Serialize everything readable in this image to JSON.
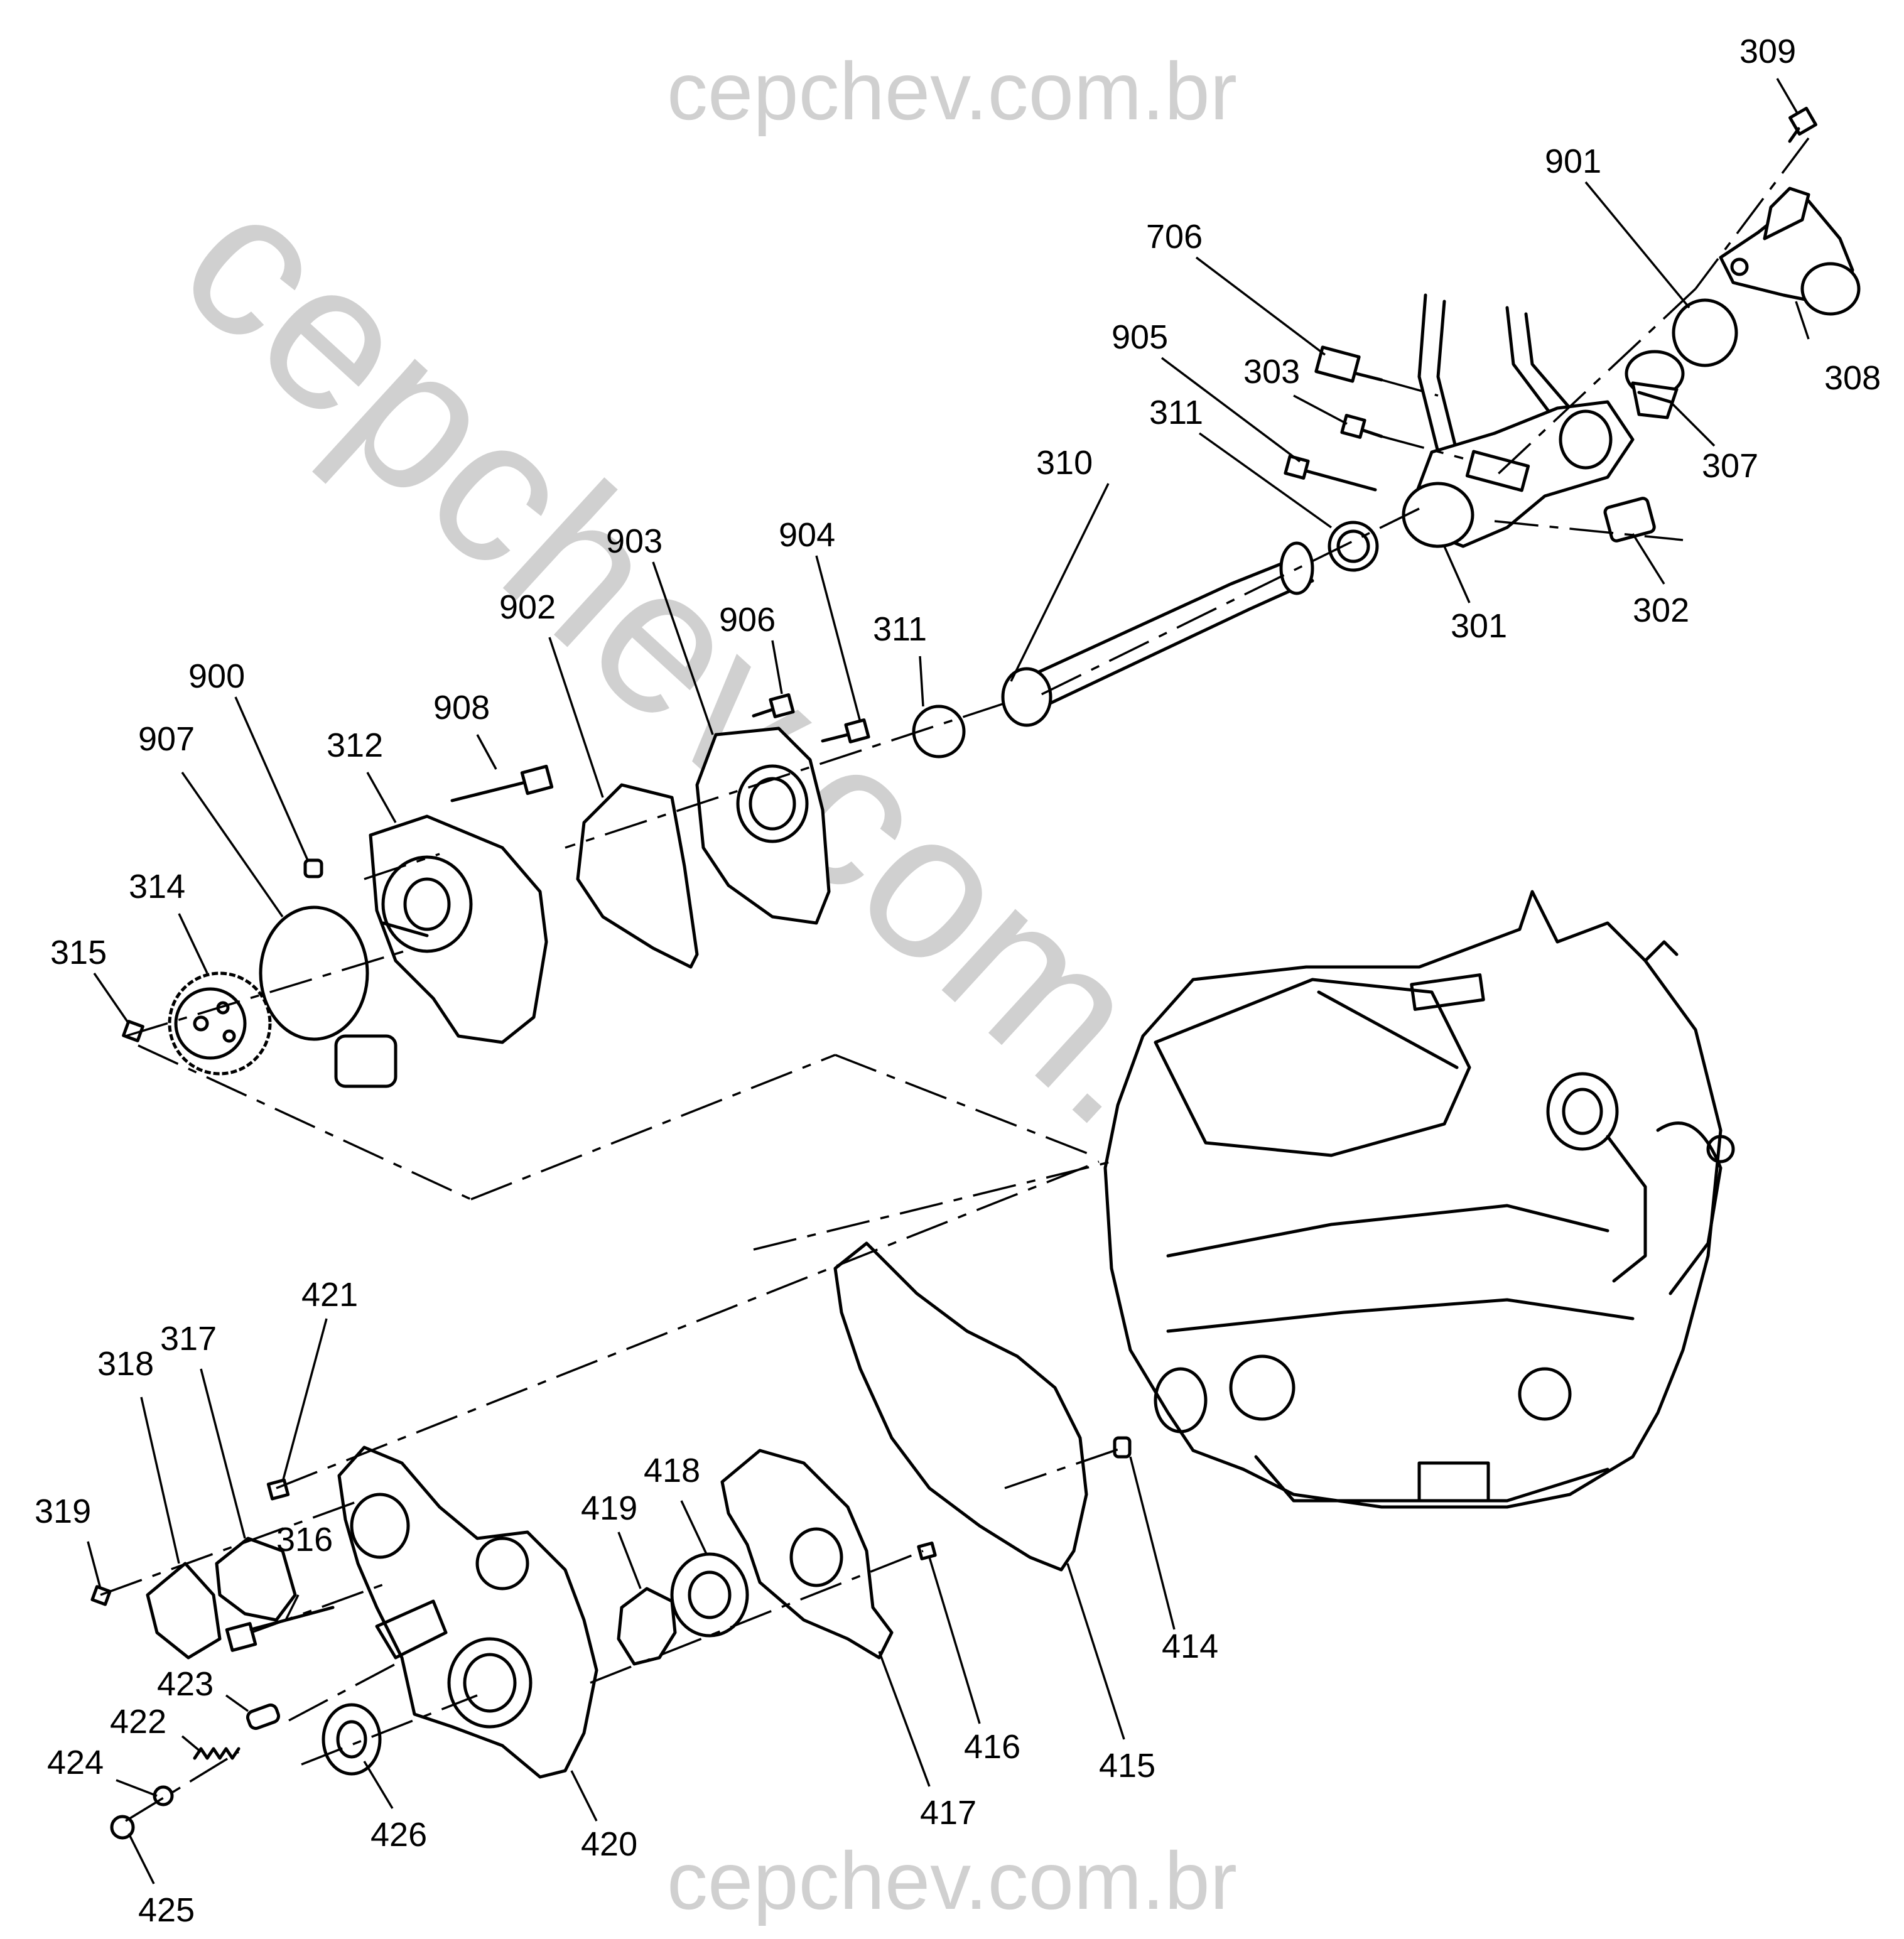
{
  "watermarks": {
    "top": "cepchev.com.br",
    "bottom": "cepchev.com.br",
    "diagonal": "cepchev.com.br"
  },
  "callouts": [
    {
      "id": "c309",
      "text": "309"
    },
    {
      "id": "c901",
      "text": "901"
    },
    {
      "id": "c706",
      "text": "706"
    },
    {
      "id": "c905",
      "text": "905"
    },
    {
      "id": "c303",
      "text": "303"
    },
    {
      "id": "c311a",
      "text": "311"
    },
    {
      "id": "c310",
      "text": "310"
    },
    {
      "id": "c308",
      "text": "308"
    },
    {
      "id": "c307",
      "text": "307"
    },
    {
      "id": "c301",
      "text": "301"
    },
    {
      "id": "c302",
      "text": "302"
    },
    {
      "id": "c903",
      "text": "903"
    },
    {
      "id": "c904",
      "text": "904"
    },
    {
      "id": "c902",
      "text": "902"
    },
    {
      "id": "c906",
      "text": "906"
    },
    {
      "id": "c311b",
      "text": "311"
    },
    {
      "id": "c900",
      "text": "900"
    },
    {
      "id": "c908",
      "text": "908"
    },
    {
      "id": "c907",
      "text": "907"
    },
    {
      "id": "c312",
      "text": "312"
    },
    {
      "id": "c314",
      "text": "314"
    },
    {
      "id": "c315",
      "text": "315"
    },
    {
      "id": "c421",
      "text": "421"
    },
    {
      "id": "c317",
      "text": "317"
    },
    {
      "id": "c318",
      "text": "318"
    },
    {
      "id": "c319",
      "text": "319"
    },
    {
      "id": "c316",
      "text": "316"
    },
    {
      "id": "c418",
      "text": "418"
    },
    {
      "id": "c419",
      "text": "419"
    },
    {
      "id": "c414",
      "text": "414"
    },
    {
      "id": "c423",
      "text": "423"
    },
    {
      "id": "c422",
      "text": "422"
    },
    {
      "id": "c424",
      "text": "424"
    },
    {
      "id": "c416",
      "text": "416"
    },
    {
      "id": "c415",
      "text": "415"
    },
    {
      "id": "c417",
      "text": "417"
    },
    {
      "id": "c426",
      "text": "426"
    },
    {
      "id": "c420",
      "text": "420"
    },
    {
      "id": "c425",
      "text": "425"
    }
  ]
}
